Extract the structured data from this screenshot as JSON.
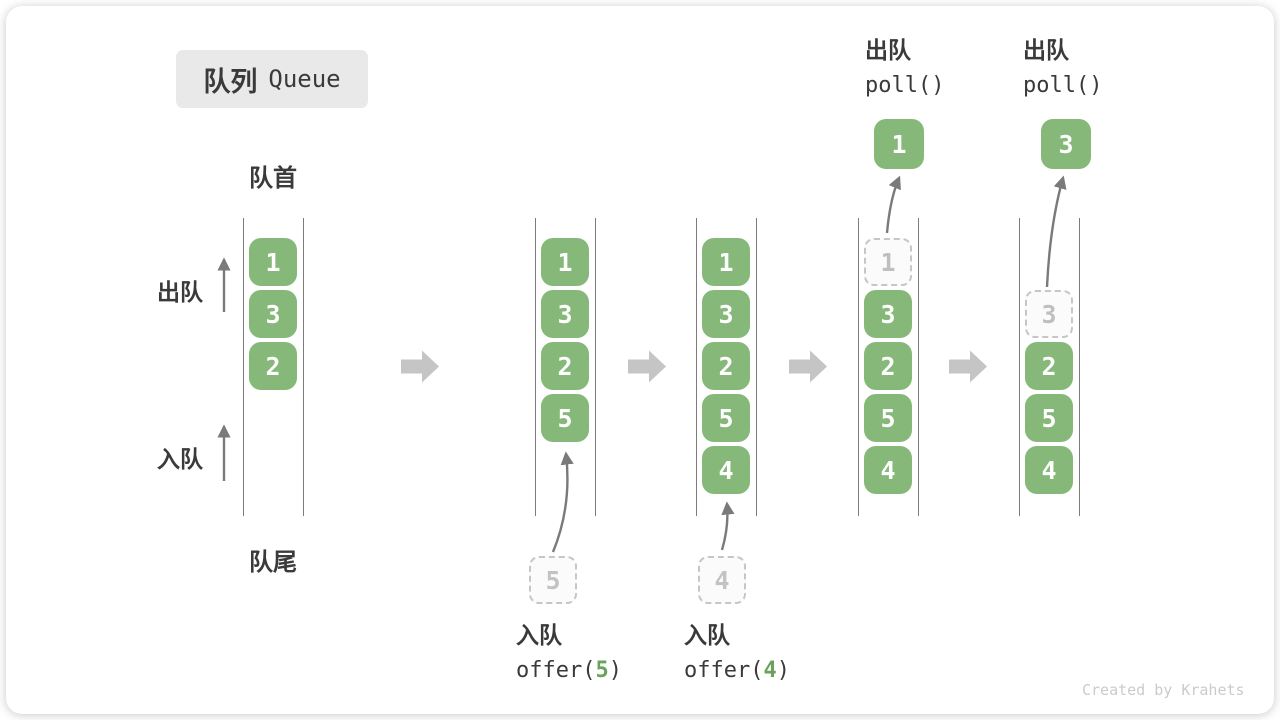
{
  "title": {
    "zh": "队列",
    "en": "Queue"
  },
  "side_labels": {
    "front": "队首",
    "rear": "队尾",
    "dequeue": "出队",
    "enqueue": "入队"
  },
  "operations": {
    "poll1": {
      "label": "出队",
      "code": "poll()"
    },
    "poll2": {
      "label": "出队",
      "code": "poll()"
    },
    "offer5": {
      "label": "入队",
      "code_prefix": "offer(",
      "arg": "5",
      "code_suffix": ")"
    },
    "offer4": {
      "label": "入队",
      "code_prefix": "offer(",
      "arg": "4",
      "code_suffix": ")"
    }
  },
  "states": [
    {
      "cells": [
        {
          "v": "1"
        },
        {
          "v": "3"
        },
        {
          "v": "2"
        }
      ]
    },
    {
      "cells": [
        {
          "v": "1"
        },
        {
          "v": "3"
        },
        {
          "v": "2"
        },
        {
          "v": "5"
        }
      ],
      "incoming": "5"
    },
    {
      "cells": [
        {
          "v": "1"
        },
        {
          "v": "3"
        },
        {
          "v": "2"
        },
        {
          "v": "5"
        },
        {
          "v": "4"
        }
      ],
      "incoming": "4"
    },
    {
      "cells": [
        {
          "v": "1",
          "ghost": true
        },
        {
          "v": "3"
        },
        {
          "v": "2"
        },
        {
          "v": "5"
        },
        {
          "v": "4"
        }
      ],
      "popped": "1"
    },
    {
      "cells": [
        {
          "v": "3",
          "ghost": true
        },
        {
          "v": "2"
        },
        {
          "v": "5"
        },
        {
          "v": "4"
        }
      ],
      "popped": "3"
    }
  ],
  "colors": {
    "block_green": "#86b87a",
    "code_arg_green": "#69a25c",
    "ghost_border": "#c6c6c6",
    "step_arrow_gray": "#c5c5c5",
    "thin_arrow_gray": "#7a7a7a",
    "text_dark": "#3a3a3a",
    "title_bg": "#e9e9e9",
    "watermark_gray": "#cbcbcb"
  },
  "watermark": "Created by Krahets"
}
